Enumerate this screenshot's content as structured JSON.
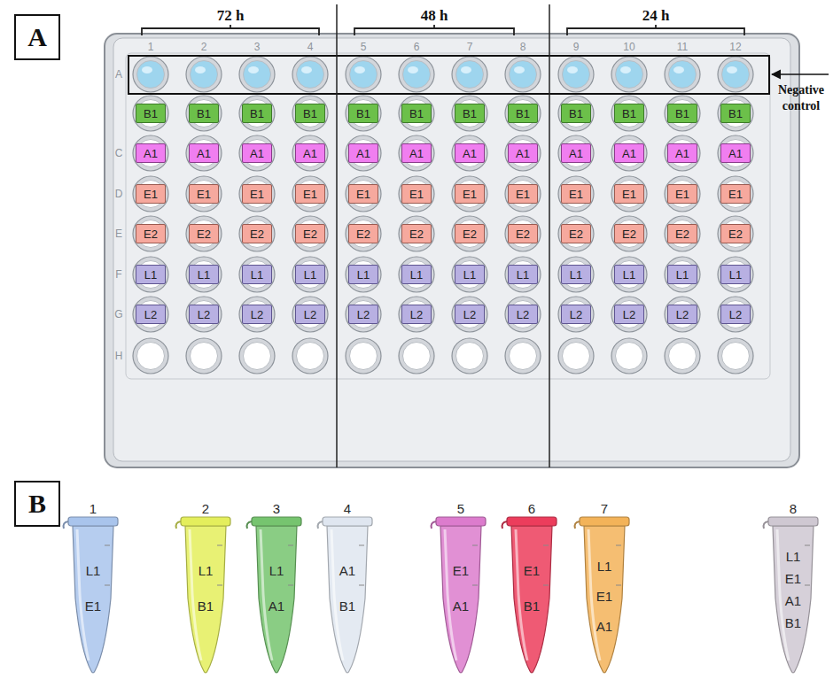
{
  "diagram": {
    "nodes": [
      {
        "text": [
          "A"
        ]
      },
      {
        "text": [
          "B1"
        ]
      },
      {
        "text": [
          "B1"
        ]
      },
      {
        "text": [
          "B1"
        ]
      },
      {
        "text": [
          "B1"
        ]
      },
      {
        "text": [
          "B1"
        ]
      },
      {
        "text": [
          "B1"
        ]
      },
      {
        "text": [
          "B1"
        ]
      },
      {
        "text": [
          "B1"
        ]
      },
      {
        "text": [
          "B1"
        ]
      },
      {
        "text": [
          "B1"
        ]
      },
      {
        "text": [
          "B1"
        ]
      },
      {
        "text": [
          "B1"
        ]
      },
      {
        "text": [
          "A1"
        ]
      },
      {
        "text": [
          "A1"
        ]
      },
      {
        "text": [
          "A1"
        ]
      },
      {
        "text": [
          "A1"
        ]
      },
      {
        "text": [
          "A1"
        ]
      },
      {
        "text": [
          "A1"
        ]
      },
      {
        "text": [
          "A1"
        ]
      },
      {
        "text": [
          "A1"
        ]
      },
      {
        "text": [
          "A1"
        ]
      },
      {
        "text": [
          "A1"
        ]
      },
      {
        "text": [
          "A1"
        ]
      },
      {
        "text": [
          "A1"
        ]
      },
      {
        "text": [
          "E1"
        ]
      },
      {
        "text": [
          "E1"
        ]
      },
      {
        "text": [
          "E1"
        ]
      },
      {
        "text": [
          "E1"
        ]
      },
      {
        "text": [
          "E1"
        ]
      },
      {
        "text": [
          "E1"
        ]
      },
      {
        "text": [
          "E1"
        ]
      },
      {
        "text": [
          "E1"
        ]
      },
      {
        "text": [
          "E1"
        ]
      },
      {
        "text": [
          "E1"
        ]
      },
      {
        "text": [
          "E1"
        ]
      },
      {
        "text": [
          "E1"
        ]
      },
      {
        "text": [
          "E2"
        ]
      },
      {
        "text": [
          "E2"
        ]
      },
      {
        "text": [
          "E2"
        ]
      },
      {
        "text": [
          "E2"
        ]
      },
      {
        "text": [
          "E2"
        ]
      },
      {
        "text": [
          "E2"
        ]
      },
      {
        "text": [
          "E2"
        ]
      },
      {
        "text": [
          "E2"
        ]
      },
      {
        "text": [
          "E2"
        ]
      },
      {
        "text": [
          "E2"
        ]
      },
      {
        "text": [
          "E2"
        ]
      },
      {
        "text": [
          "E2"
        ]
      },
      {
        "text": [
          "L1"
        ]
      },
      {
        "text": [
          "L1"
        ]
      },
      {
        "text": [
          "L1"
        ]
      },
      {
        "text": [
          "L1"
        ]
      },
      {
        "text": [
          "L1"
        ]
      },
      {
        "text": [
          "L1"
        ]
      },
      {
        "text": [
          "L1"
        ]
      },
      {
        "text": [
          "L1"
        ]
      },
      {
        "text": [
          "L1"
        ]
      },
      {
        "text": [
          "L1"
        ]
      },
      {
        "text": [
          "L1"
        ]
      },
      {
        "text": [
          "L1"
        ]
      },
      {
        "text": [
          "L2"
        ]
      },
      {
        "text": [
          "L2"
        ]
      },
      {
        "text": [
          "L2"
        ]
      },
      {
        "text": [
          "L2"
        ]
      },
      {
        "text": [
          "L2"
        ]
      },
      {
        "text": [
          "L2"
        ]
      },
      {
        "text": [
          "L2"
        ]
      },
      {
        "text": [
          "L2"
        ]
      },
      {
        "text": [
          "L2"
        ]
      },
      {
        "text": [
          "L2"
        ]
      },
      {
        "text": [
          "L2"
        ]
      },
      {
        "text": [
          "L2"
        ]
      },
      {
        "text": [
          "B"
        ]
      },
      {
        "text": [
          "1",
          "L1",
          "E1"
        ]
      },
      {
        "text": [
          "2",
          "L1",
          "B1"
        ]
      },
      {
        "text": [
          "3",
          "L1",
          "A1"
        ]
      },
      {
        "text": [
          "4",
          "A1",
          "B1"
        ]
      },
      {
        "text": [
          "5",
          "E1",
          "A1"
        ]
      },
      {
        "text": [
          "6",
          "E1",
          "B1"
        ]
      },
      {
        "text": [
          "7",
          "L1",
          "E1",
          "A1"
        ]
      },
      {
        "text": [
          "8",
          "L1",
          "E1",
          "A1",
          "B1"
        ]
      }
    ],
    "labels": [
      "72 h",
      "48 h",
      "24 h",
      "Negative control",
      "1",
      "2",
      "3",
      "4",
      "5",
      "6",
      "7",
      "8",
      "9",
      "10",
      "11",
      "12",
      "A",
      "C",
      "D",
      "E",
      "F",
      "G",
      "H"
    ]
  }
}
